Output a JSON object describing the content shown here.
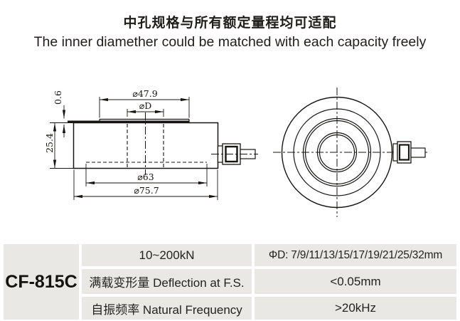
{
  "title": {
    "line1_zh": "中孔规格与所有额定量程均可适配",
    "line2_en": "The inner diamether could be matched with each capacity freely"
  },
  "drawing": {
    "side_view": {
      "dim_cap_diameter": "⌀47.9",
      "dim_inner_diameter": "⌀D",
      "dim_lip_height": "0.6",
      "dim_body_height": "25.4",
      "dim_recess_diameter": "⌀63",
      "dim_outer_diameter": "⌀75.7"
    }
  },
  "table": {
    "model": "CF-815C",
    "rows": [
      {
        "label": "10~200kN",
        "value": "ΦD: 7/9/11/13/15/17/19/21/25/32mm"
      },
      {
        "label": "满载变形量 Deflection at F.S.",
        "value": "<0.05mm"
      },
      {
        "label": "自振频率 Natural Frequency",
        "value": ">20kHz"
      }
    ],
    "colors": {
      "cell_bg": "#e9e8e5",
      "text": "#1c1a18"
    }
  }
}
